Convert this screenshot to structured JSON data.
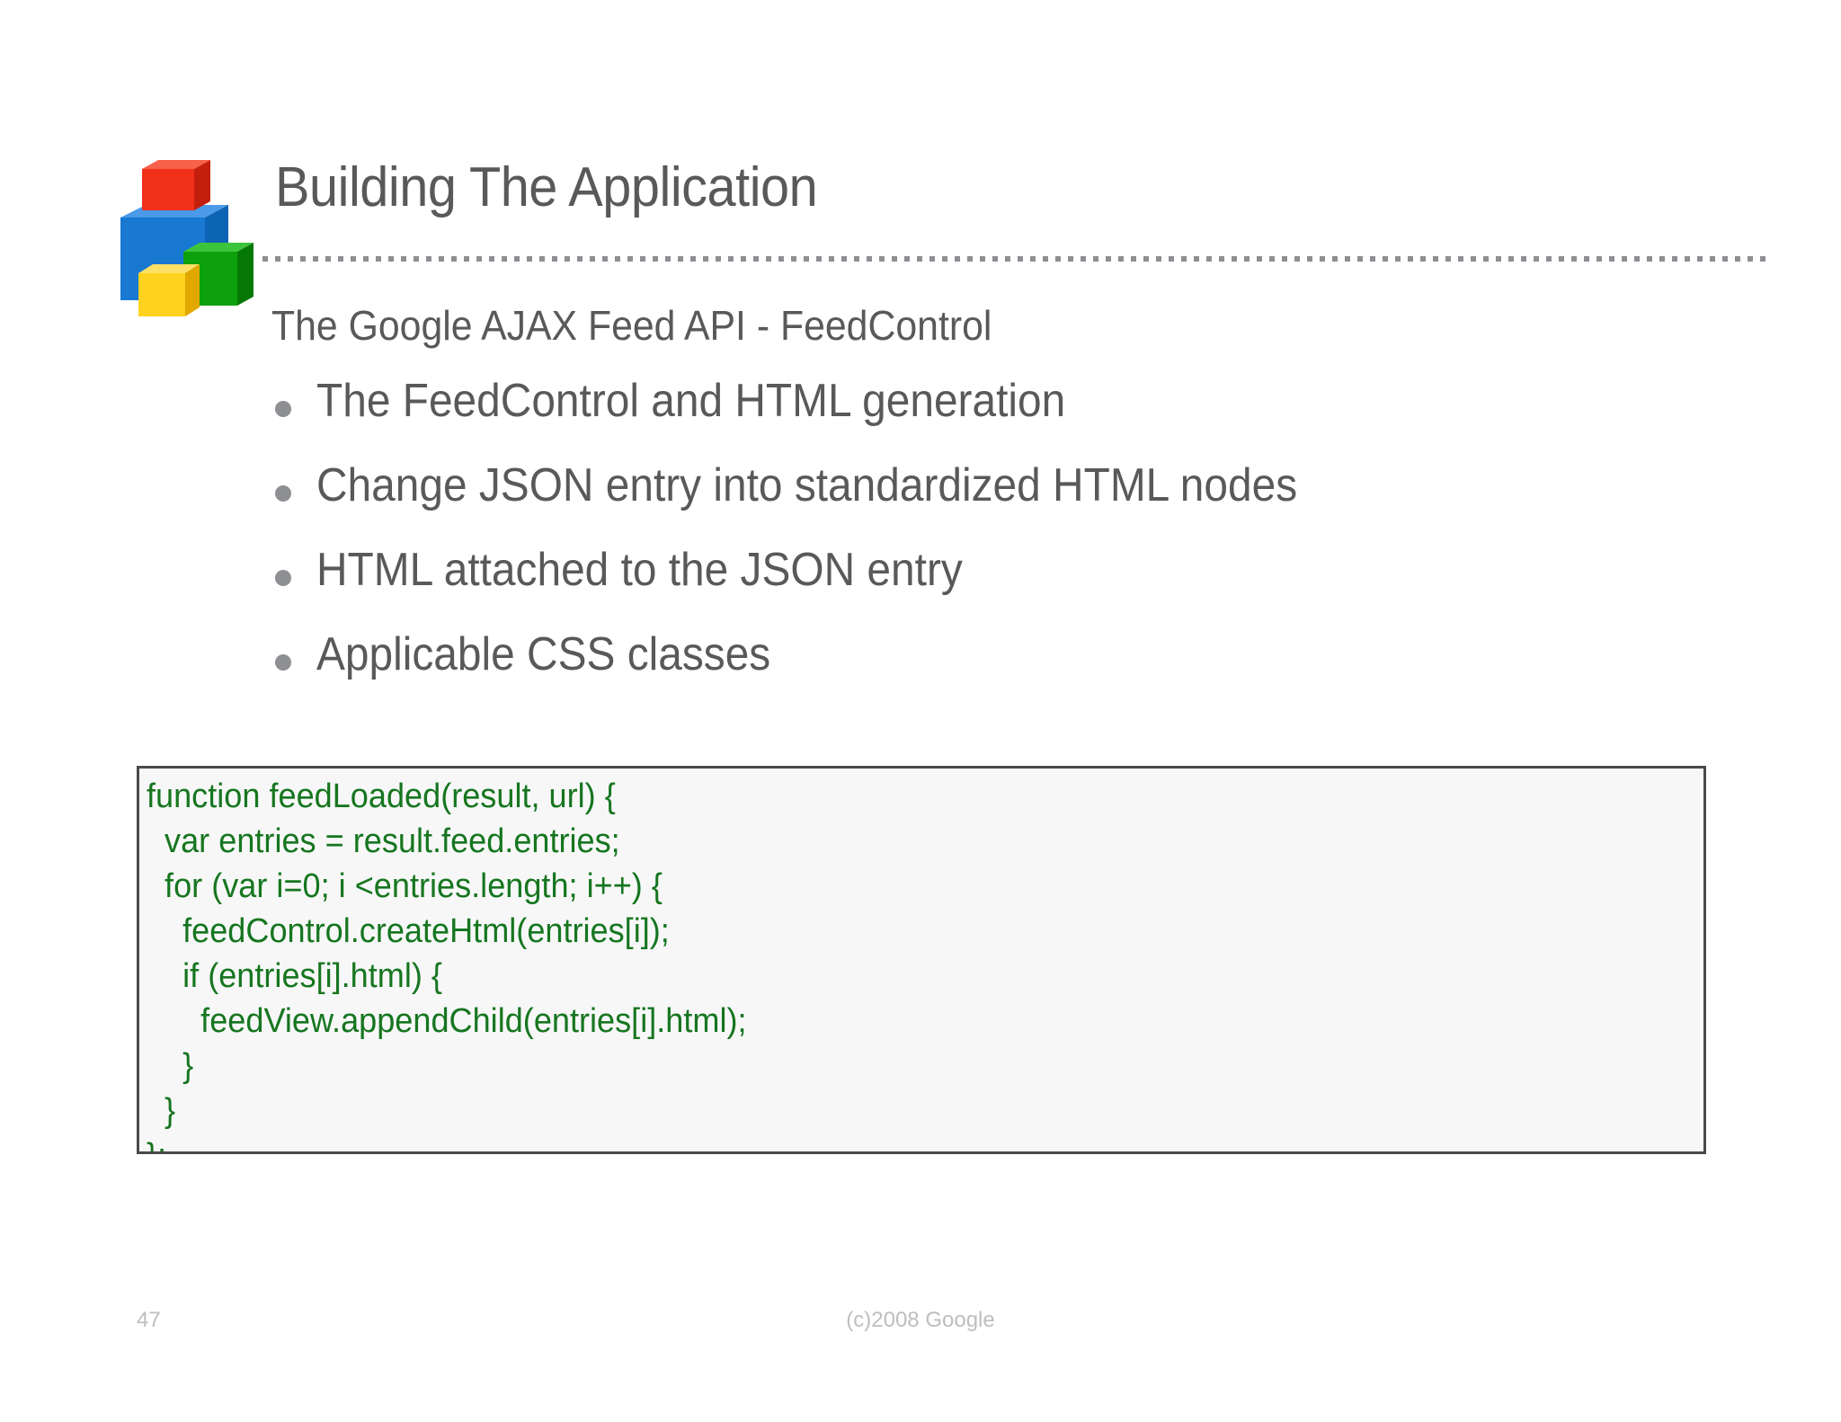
{
  "slide": {
    "title": "Building The Application",
    "subtitle": "The Google AJAX Feed API - FeedControl",
    "bullets": [
      {
        "text": "The FeedControl and HTML generation"
      },
      {
        "text": "Change JSON entry into standardized HTML nodes"
      },
      {
        "text": "HTML attached to the JSON entry"
      },
      {
        "text": "Applicable CSS classes"
      }
    ],
    "code": "function feedLoaded(result, url) {\n  var entries = result.feed.entries;\n  for (var i=0; i <entries.length; i++) {\n    feedControl.createHtml(entries[i]);\n    if (entries[i].html) {\n      feedView.appendChild(entries[i].html);\n    }\n  }\n};",
    "footer": {
      "page_number": "47",
      "copyright": "(c)2008 Google"
    },
    "logo": {
      "name": "google-code-blocks-logo",
      "cube_colors": {
        "red": "#f1301a",
        "blue": "#1878d2",
        "green": "#0da10d",
        "yellow": "#ffd21f"
      }
    },
    "colors": {
      "text_gray": "#58595b",
      "divider_gray": "#8e8f92",
      "code_green": "#16761f",
      "code_bg": "#f7f7f8",
      "code_border": "#4a4a4d",
      "footer_gray": "#bcbec0"
    }
  }
}
